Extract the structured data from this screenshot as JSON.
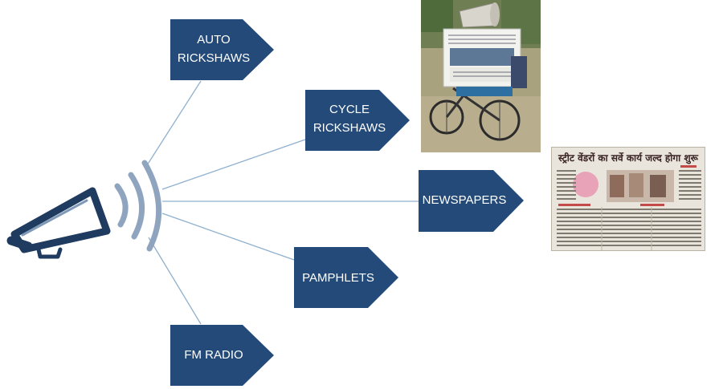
{
  "diagram": {
    "channels": [
      {
        "id": "auto",
        "lines": [
          "AUTO",
          "RICKSHAWS"
        ]
      },
      {
        "id": "cycle",
        "lines": [
          "CYCLE",
          "RICKSHAWS"
        ]
      },
      {
        "id": "news",
        "lines": [
          "NEWSPAPERS"
        ]
      },
      {
        "id": "pamph",
        "lines": [
          "PAMPHLETS"
        ]
      },
      {
        "id": "fm",
        "lines": [
          "FM RADIO"
        ]
      }
    ],
    "clipping_headline": "स्ट्रीट वेंडरों का सर्वे कार्य जल्द होगा शुरू",
    "colors": {
      "box_fill": "#234a78",
      "line": "#8fb0cf",
      "megaphone": "#1f3b5f",
      "waves": "#8fa4bf",
      "label_text": "#ffffff"
    },
    "icons": [
      "megaphone-icon",
      "sound-waves-icon"
    ]
  }
}
